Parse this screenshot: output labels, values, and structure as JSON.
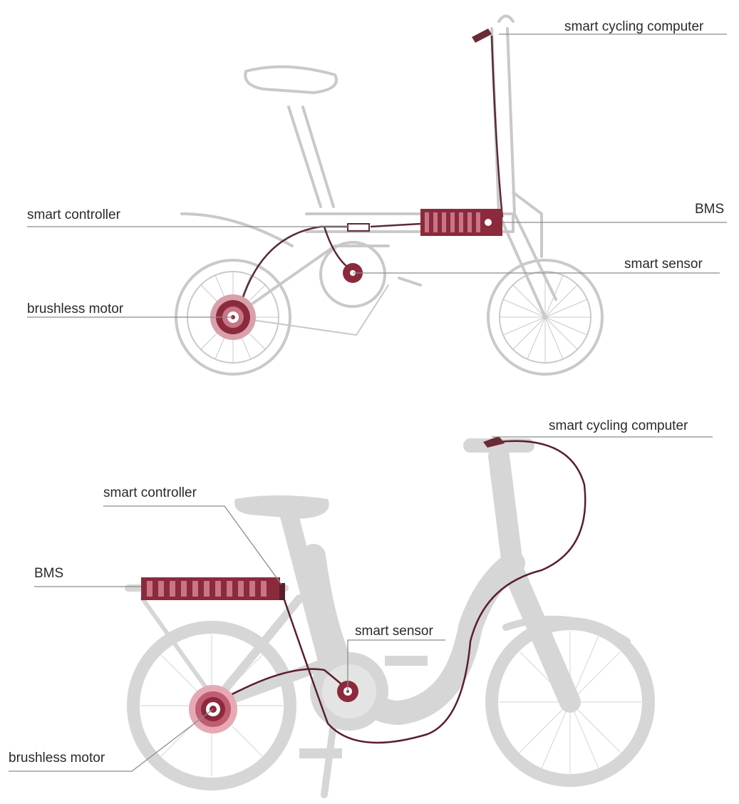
{
  "colors": {
    "accent": "#8b2a3c",
    "accent_light": "#c87585",
    "outline": "#c9c9c9",
    "silhouette": "#d6d6d6",
    "leader": "#8c8c8c",
    "text": "#2a2a2a"
  },
  "top_diagram": {
    "labels": {
      "smart_cycling_computer": "smart cycling computer",
      "smart_controller": "smart controller",
      "bms": "BMS",
      "smart_sensor": "smart sensor",
      "brushless_motor": "brushless motor"
    }
  },
  "bottom_diagram": {
    "labels": {
      "smart_cycling_computer": "smart cycling computer",
      "smart_controller": "smart controller",
      "bms": "BMS",
      "smart_sensor": "smart sensor",
      "brushless_motor": "brushless motor"
    }
  }
}
